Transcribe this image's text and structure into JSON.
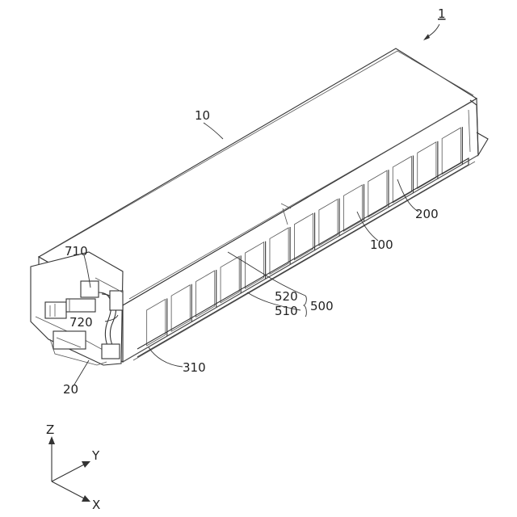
{
  "figure_ref": "1",
  "labels": {
    "housing": "10",
    "end_plate": "20",
    "cells": "100",
    "cell_frame": "200",
    "rail": "310",
    "bracket_group": "500",
    "bracket_upper": "520",
    "bracket_lower": "510",
    "connector": "710",
    "cable": "720"
  },
  "axes": {
    "z": "Z",
    "y": "Y",
    "x": "X"
  }
}
